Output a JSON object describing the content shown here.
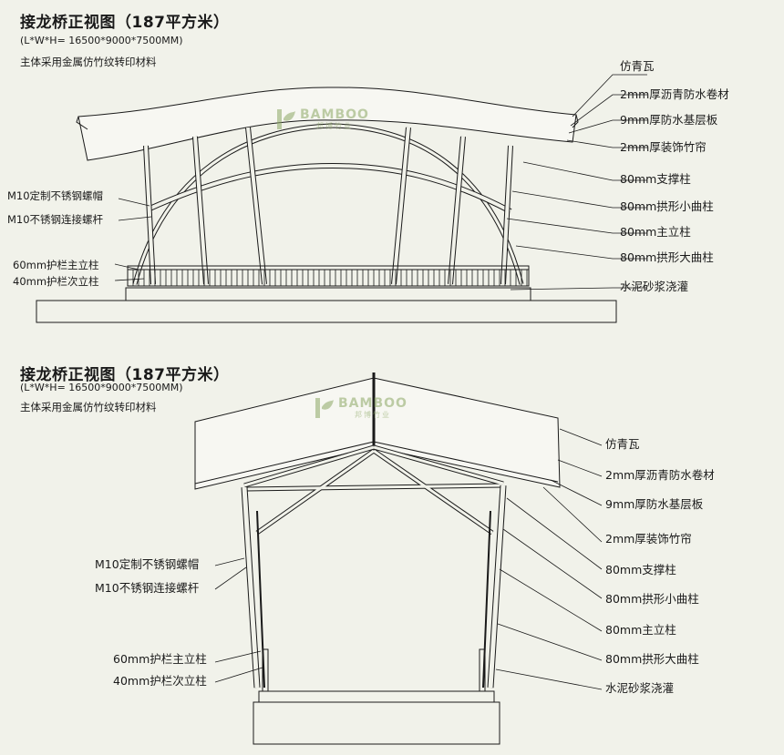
{
  "front": {
    "title": "接龙桥正视图（187平方米）",
    "dims": "(L*W*H= 16500*9000*7500MM)",
    "material": "主体采用金属仿竹纹转印材料",
    "labels_right": [
      "仿青瓦",
      "2mm厚沥青防水卷材",
      "9mm厚防水基层板",
      "2mm厚装饰竹帘",
      "80mm支撑柱",
      "80mm拱形小曲柱",
      "80mm主立柱",
      "80mm拱形大曲柱",
      "水泥砂浆浇灌"
    ],
    "labels_left": [
      "M10定制不锈钢螺帽",
      "M10不锈钢连接螺杆",
      "60mm护栏主立柱",
      "40mm护栏次立柱"
    ]
  },
  "side": {
    "title": "接龙桥正视图（187平方米）",
    "dims": "(L*W*H= 16500*9000*7500MM)",
    "material": "主体采用金属仿竹纹转印材料",
    "labels_right": [
      "仿青瓦",
      "2mm厚沥青防水卷材",
      "9mm厚防水基层板",
      "2mm厚装饰竹帘",
      "80mm支撑柱",
      "80mm拱形小曲柱",
      "80mm主立柱",
      "80mm拱形大曲柱",
      "水泥砂浆浇灌"
    ],
    "labels_left": [
      "M10定制不锈钢螺帽",
      "M10不锈钢连接螺杆",
      "60mm护栏主立柱",
      "40mm护栏次立柱"
    ]
  },
  "logo": {
    "en": "BAMBOO",
    "cn": "邦博竹业",
    "color": "#8da866"
  },
  "colors": {
    "line": "#1a1a1a",
    "background": "#f1f2ea"
  }
}
